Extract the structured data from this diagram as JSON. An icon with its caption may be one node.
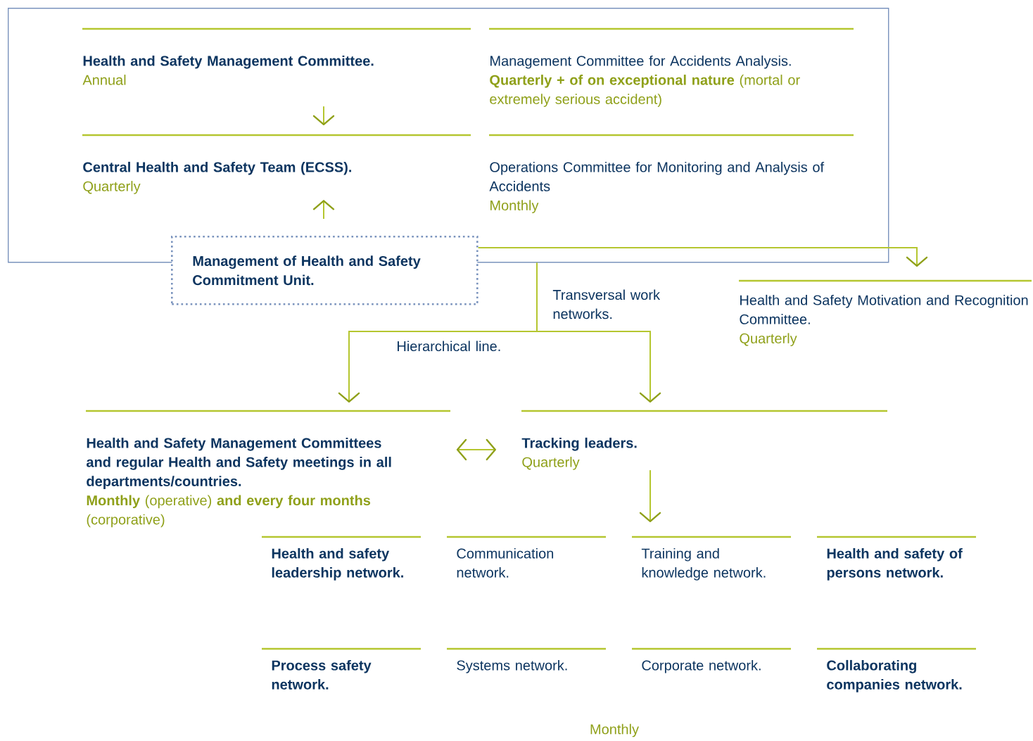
{
  "diagram": {
    "nodes": [
      {
        "text": [],
        "shape": "box"
      },
      {
        "text": [
          "Health and Safety Management Committee.",
          "Annual"
        ],
        "in": 0
      },
      {
        "text": [
          "Management Committee for Accidents Analysis.",
          "**Quarterly + of on exceptional nature** (mortal or extremely serious accident)"
        ],
        "in": 0
      },
      {
        "text": [
          "Central Health and Safety Team (ECSS).",
          "Quarterly"
        ],
        "in": 0
      },
      {
        "text": [
          "Operations Committee for Monitoring and Analysis of Accidents",
          "Monthly"
        ],
        "in": 0
      },
      {
        "text": [
          "Management of Health and Safety Commitment Unit."
        ]
      },
      {
        "text": [
          "Health and Safety Motivation and Recognition Committee.",
          "Quarterly"
        ]
      },
      {
        "text": [
          "Health and Safety Management Committees and regular Health and Safety meetings in all departments/countries.",
          "**Monthly** (operative) **and every four months** (corporative)"
        ]
      },
      {
        "text": [
          "Tracking leaders.",
          "Quarterly"
        ]
      },
      {
        "text": [
          "Health and safety leadership network."
        ]
      },
      {
        "text": [
          "Communication network."
        ]
      },
      {
        "text": [
          "Training and knowledge network."
        ]
      },
      {
        "text": [
          "Health and safety of persons network."
        ]
      },
      {
        "text": [
          "Process safety network."
        ]
      },
      {
        "text": [
          "Systems network."
        ]
      },
      {
        "text": [
          "Corporate network."
        ]
      },
      {
        "text": [
          "Collaborating companies network."
        ]
      }
    ],
    "edges": [
      {
        "from": 1,
        "to": 3,
        "arrow": "to"
      },
      {
        "from": 5,
        "to": 3,
        "arrow": "to"
      },
      {
        "from": 5,
        "to": 6,
        "arrow": "to"
      },
      {
        "from": 0,
        "to": 7,
        "arrow": "to",
        "label": "Hierarchical line."
      },
      {
        "from": 0,
        "to": 8,
        "arrow": "to",
        "label": "Transversal work networks."
      },
      {
        "from": 7,
        "to": 8,
        "arrow": "both"
      },
      {
        "from": 8,
        "to": null,
        "arrow": "to"
      }
    ],
    "labels": [
      "Monthly"
    ]
  }
}
